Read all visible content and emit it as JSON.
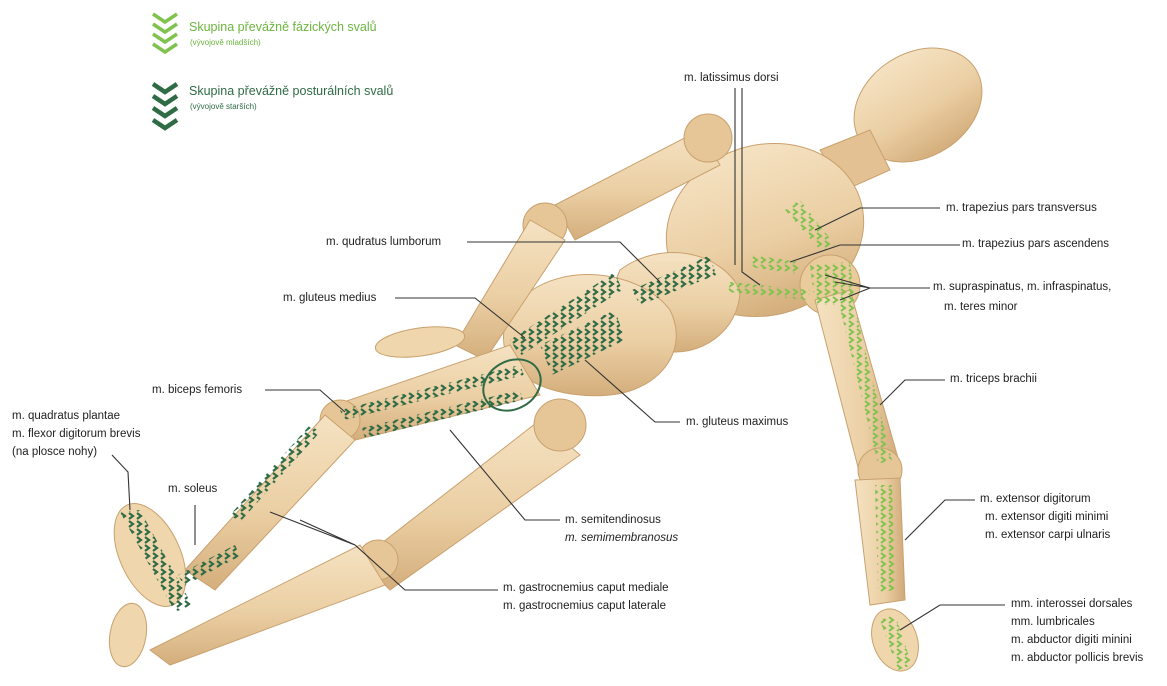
{
  "legend": {
    "phasic": {
      "title": "Skupina převážně fázických svalů",
      "subtitle": "(vývojově mladších)",
      "color": "#7fc34e"
    },
    "postural": {
      "title": "Skupina převážně posturálních svalů",
      "subtitle": "(vývojově starších)",
      "color": "#2f6b45"
    }
  },
  "labels": {
    "latissimus": "m. latissimus dorsi",
    "trapezius_transversus": "m. trapezius pars transversus",
    "trapezius_ascendens": "m. trapezius pars ascendens",
    "supraspinatus_1": "m. supraspinatus, m. infraspinatus,",
    "supraspinatus_2": "m. teres minor",
    "quadratus_lumborum": "m. qudratus lumborum",
    "gluteus_medius": "m. gluteus medius",
    "biceps_femoris": "m. biceps femoris",
    "gluteus_maximus": "m. gluteus maximus",
    "triceps_brachii": "m. triceps brachii",
    "quadratus_plantae_1": "m. quadratus plantae",
    "quadratus_plantae_2": "m. flexor digitorum brevis",
    "quadratus_plantae_3": "(na plosce nohy)",
    "soleus": "m. soleus",
    "semitendinosus": "m. semitendinosus",
    "semimembranosus": "m. semimembranosus",
    "gastrocnemius_1": "m. gastrocnemius caput mediale",
    "gastrocnemius_2": "m. gastrocnemius caput laterale",
    "extensor_1": "m. extensor digitorum",
    "extensor_2": "m. extensor digiti minimi",
    "extensor_3": "m. extensor carpi ulnaris",
    "hand_1": "mm. interossei dorsales",
    "hand_2": "mm. lumbricales",
    "hand_3": "m. abductor digiti minini",
    "hand_4": "m. abductor pollicis brevis"
  },
  "colors": {
    "wood_light": "#f2ddb8",
    "wood_mid": "#e8c99a",
    "wood_dark": "#cfa774",
    "leader_line": "#333333"
  }
}
